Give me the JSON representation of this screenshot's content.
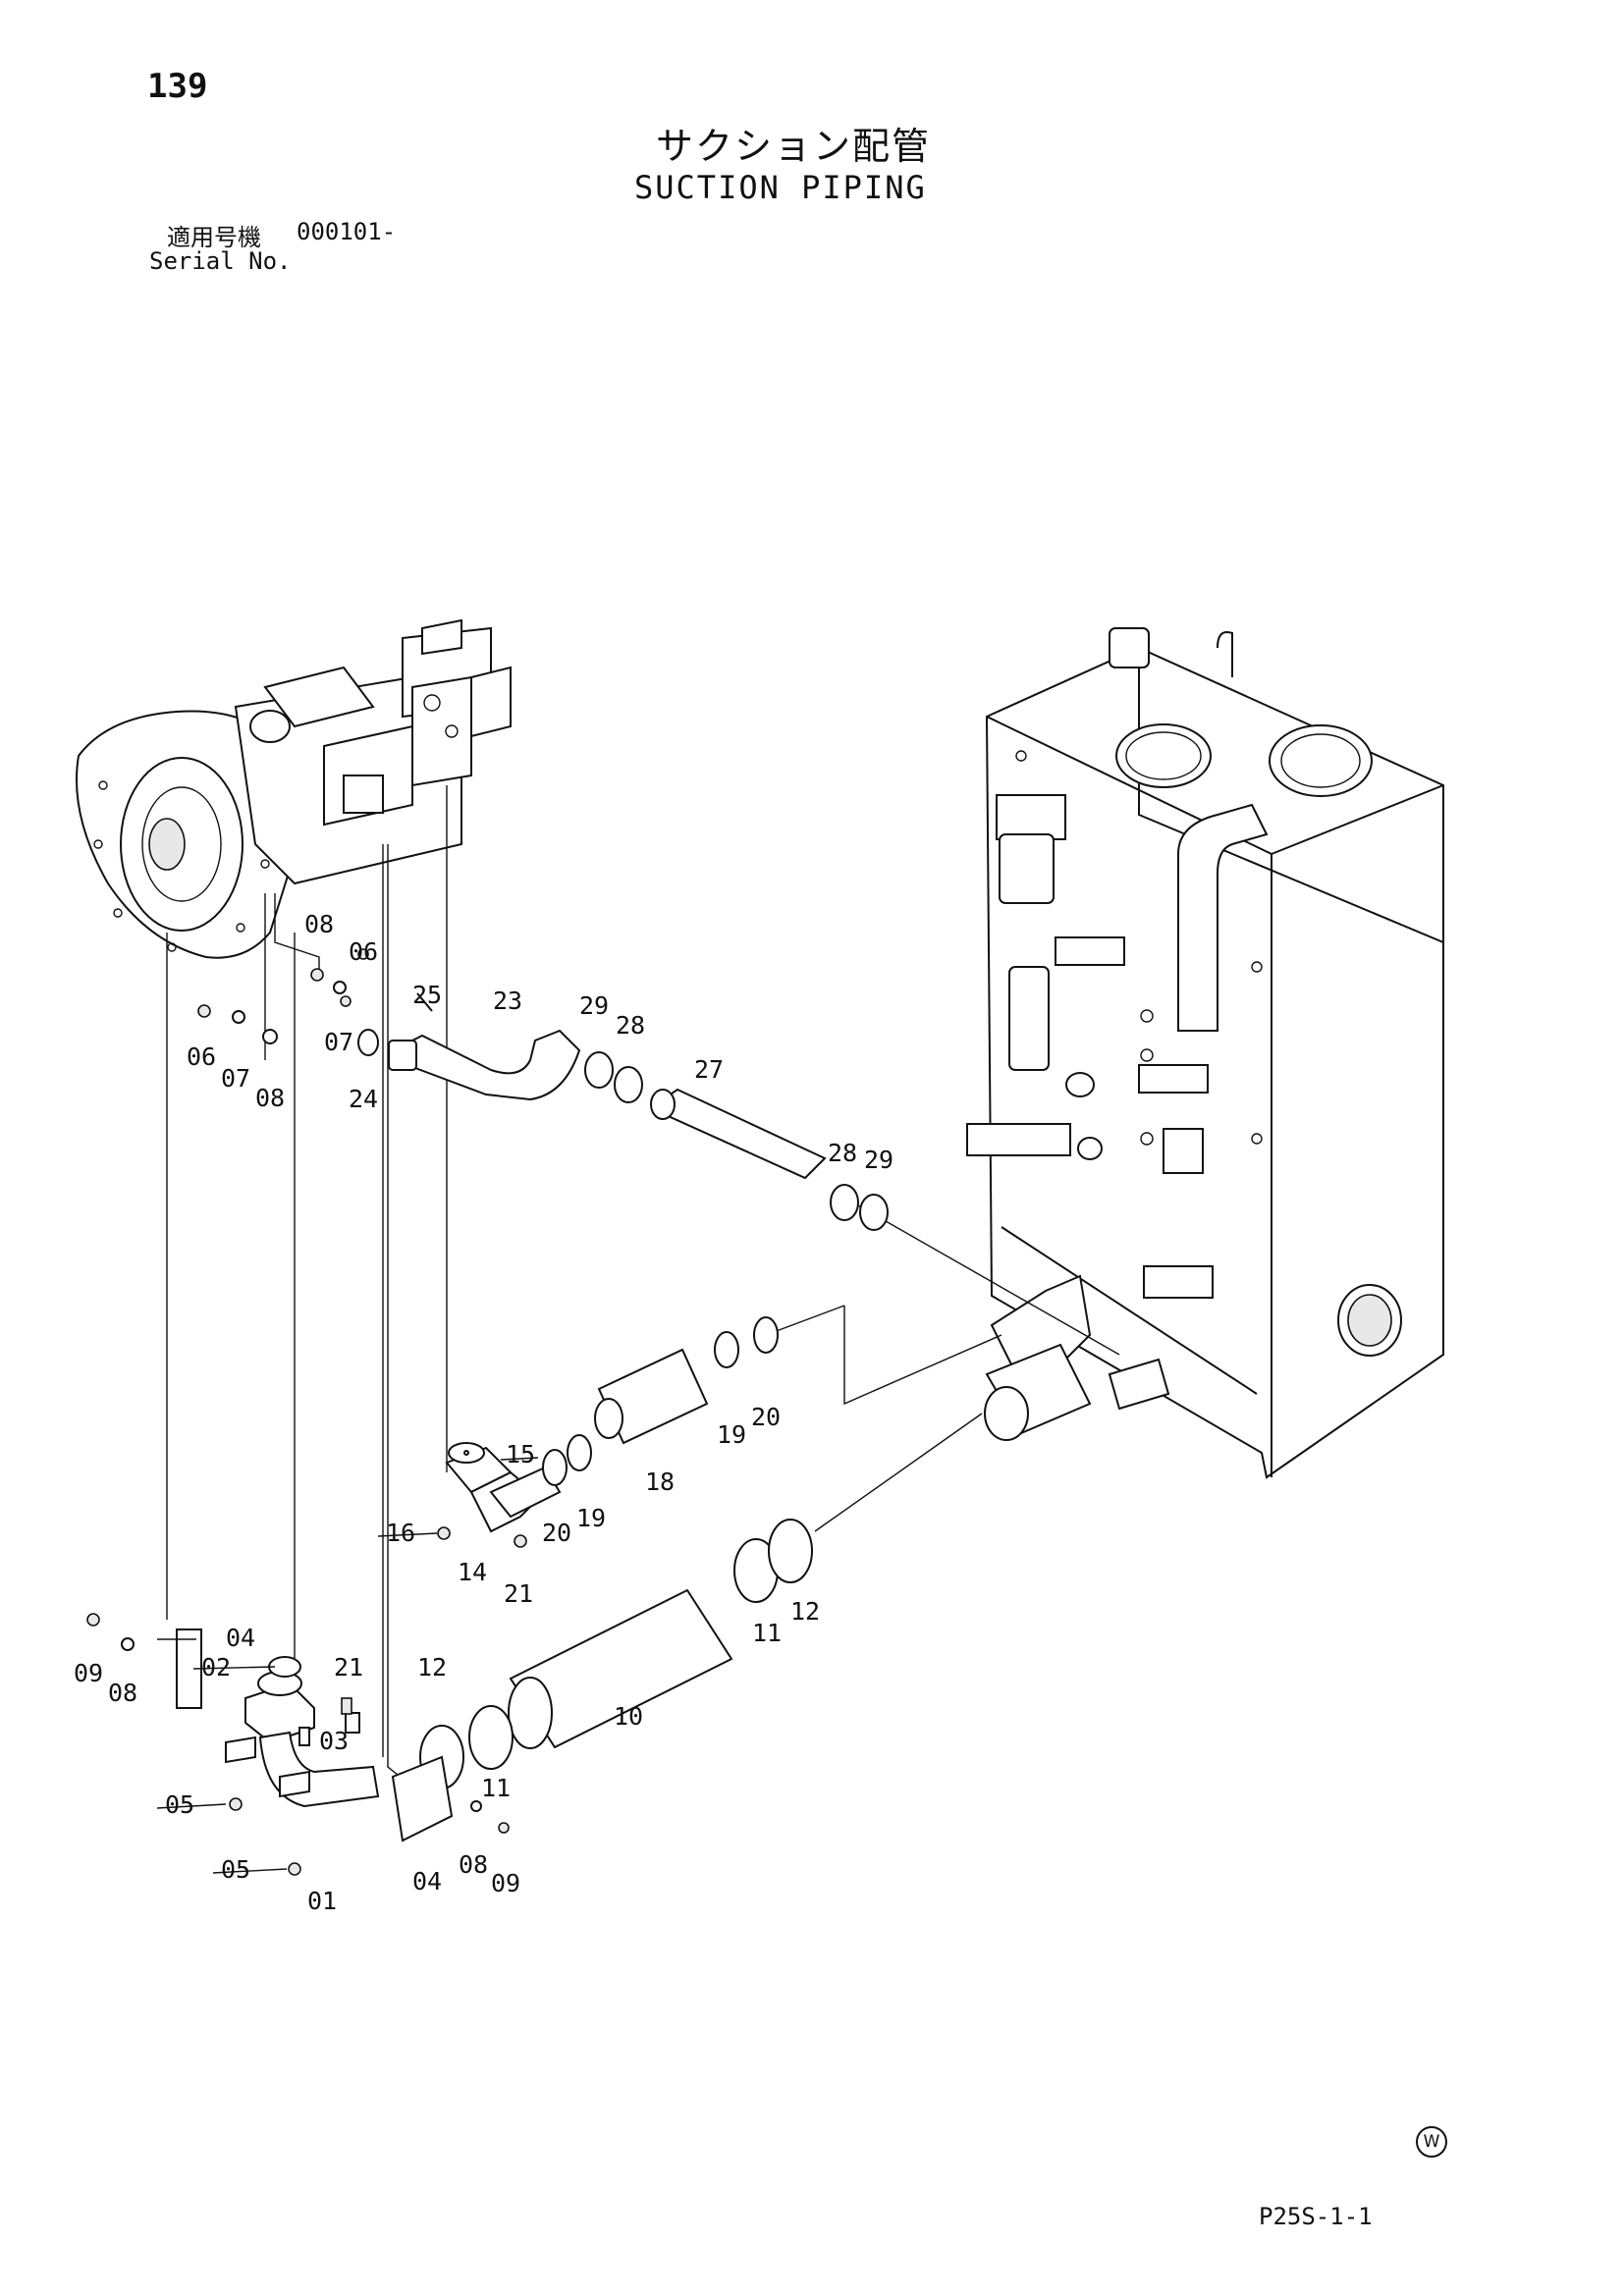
{
  "header": {
    "page_number": "139",
    "title_ja": "サクション配管",
    "title_en": "SUCTION PIPING",
    "serial_label_ja": "適用号機",
    "serial_value": "000101-",
    "serial_label_en": "Serial No."
  },
  "footer": {
    "mark": "W",
    "page_code": "P25S-1-1"
  },
  "part_labels": [
    {
      "id": "08",
      "text": "08"
    },
    {
      "id": "06",
      "text": "06"
    },
    {
      "id": "25",
      "text": "25"
    },
    {
      "id": "23",
      "text": "23"
    },
    {
      "id": "29",
      "text": "29"
    },
    {
      "id": "28",
      "text": "28"
    },
    {
      "id": "27",
      "text": "27"
    },
    {
      "id": "07",
      "text": "07"
    },
    {
      "id": "24",
      "text": "24"
    },
    {
      "id": "06b",
      "text": "06"
    },
    {
      "id": "07b",
      "text": "07"
    },
    {
      "id": "08b",
      "text": "08"
    },
    {
      "id": "28b",
      "text": "28"
    },
    {
      "id": "29b",
      "text": "29"
    },
    {
      "id": "19",
      "text": "19"
    },
    {
      "id": "20",
      "text": "20"
    },
    {
      "id": "15",
      "text": "15"
    },
    {
      "id": "18",
      "text": "18"
    },
    {
      "id": "20b",
      "text": "20"
    },
    {
      "id": "19b",
      "text": "19"
    },
    {
      "id": "16",
      "text": "16"
    },
    {
      "id": "14",
      "text": "14"
    },
    {
      "id": "21",
      "text": "21"
    },
    {
      "id": "11",
      "text": "11"
    },
    {
      "id": "12",
      "text": "12"
    },
    {
      "id": "04",
      "text": "04"
    },
    {
      "id": "09",
      "text": "09"
    },
    {
      "id": "08c",
      "text": "08"
    },
    {
      "id": "02",
      "text": "02"
    },
    {
      "id": "21b",
      "text": "21"
    },
    {
      "id": "12b",
      "text": "12"
    },
    {
      "id": "10",
      "text": "10"
    },
    {
      "id": "03",
      "text": "03"
    },
    {
      "id": "11b",
      "text": "11"
    },
    {
      "id": "05",
      "text": "05"
    },
    {
      "id": "05b",
      "text": "05"
    },
    {
      "id": "04b",
      "text": "04"
    },
    {
      "id": "08d",
      "text": "08"
    },
    {
      "id": "09b",
      "text": "09"
    },
    {
      "id": "01",
      "text": "01"
    }
  ]
}
